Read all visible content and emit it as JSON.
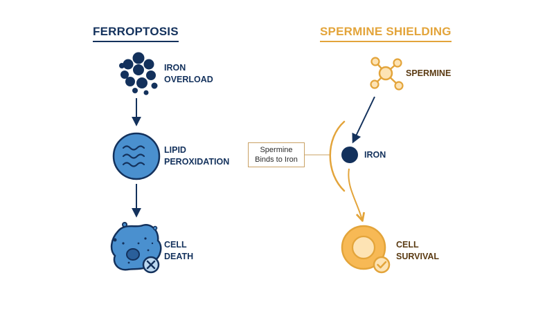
{
  "left_panel": {
    "heading": "FERROPTOSIS",
    "steps": [
      {
        "line1": "IRON",
        "line2": "OVERLOAD",
        "icon": "iron-cluster-icon"
      },
      {
        "line1": "LIPID",
        "line2": "PEROXIDATION",
        "icon": "wave-circle-icon"
      },
      {
        "line1": "CELL",
        "line2": "DEATH",
        "icon": "damaged-cell-icon"
      }
    ]
  },
  "right_panel": {
    "heading": "SPERMINE SHIELDING",
    "steps": [
      {
        "line1": "SPERMINE",
        "icon": "molecule-icon"
      },
      {
        "line1": "IRON",
        "icon": "iron-dot-icon"
      },
      {
        "line1": "CELL",
        "line2": "SURVIVAL",
        "icon": "healthy-cell-icon"
      }
    ]
  },
  "callout": {
    "line1": "Spermine",
    "line2": "Binds to Iron"
  },
  "colors": {
    "navy": "#13315c",
    "blue": "#4a90cf",
    "light_blue": "#bcd8f0",
    "gold": "#e3a43a",
    "light_gold": "#fde3b4",
    "brown": "#5a3a12"
  }
}
